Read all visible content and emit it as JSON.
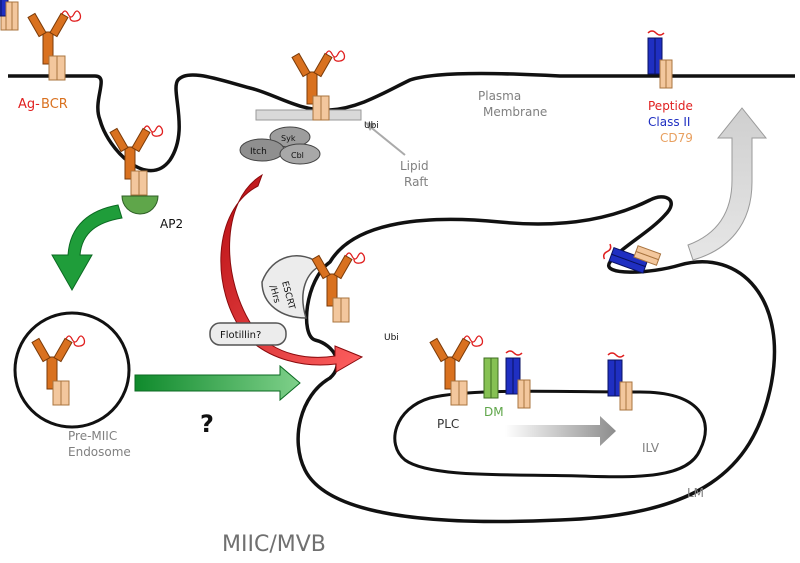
{
  "colors": {
    "bcr": "#d9711f",
    "bcr_dark": "#7a3a08",
    "cd79": "#f3c79d",
    "class2": "#1f2fc2",
    "dm": "#86c153",
    "antigen": "#e02020",
    "membrane": "#111111",
    "green_arrow": "#1f9d3a",
    "red_arrow": "#d8151a",
    "gray_text": "#808080",
    "blob": "#9a9a9a"
  },
  "labels": {
    "ag": "Ag-",
    "bcr": "BCR",
    "plasma_membrane_1": "Plasma",
    "plasma_membrane_2": "Membrane",
    "peptide": "Peptide",
    "class_ii": "Class II",
    "cd79": "CD79",
    "lipid_raft_1": "Lipid",
    "lipid_raft_2": "Raft",
    "ap2": "AP2",
    "syk": "Syk",
    "itch": "Itch",
    "cbl": "Cbl",
    "ubi_top": "Ubi",
    "ubi_mid": "Ubi",
    "escrt_1": "ESCRT",
    "escrt_2": "/Hrs",
    "flotillin": "Flotillin?",
    "pre_miic_1": "Pre-MIIC",
    "pre_miic_2": "Endosome",
    "question": "?",
    "plc": "PLC",
    "dm": "DM",
    "ilv": "ILV",
    "lm": "LM",
    "miic_mvb": "MIIC/MVB"
  }
}
